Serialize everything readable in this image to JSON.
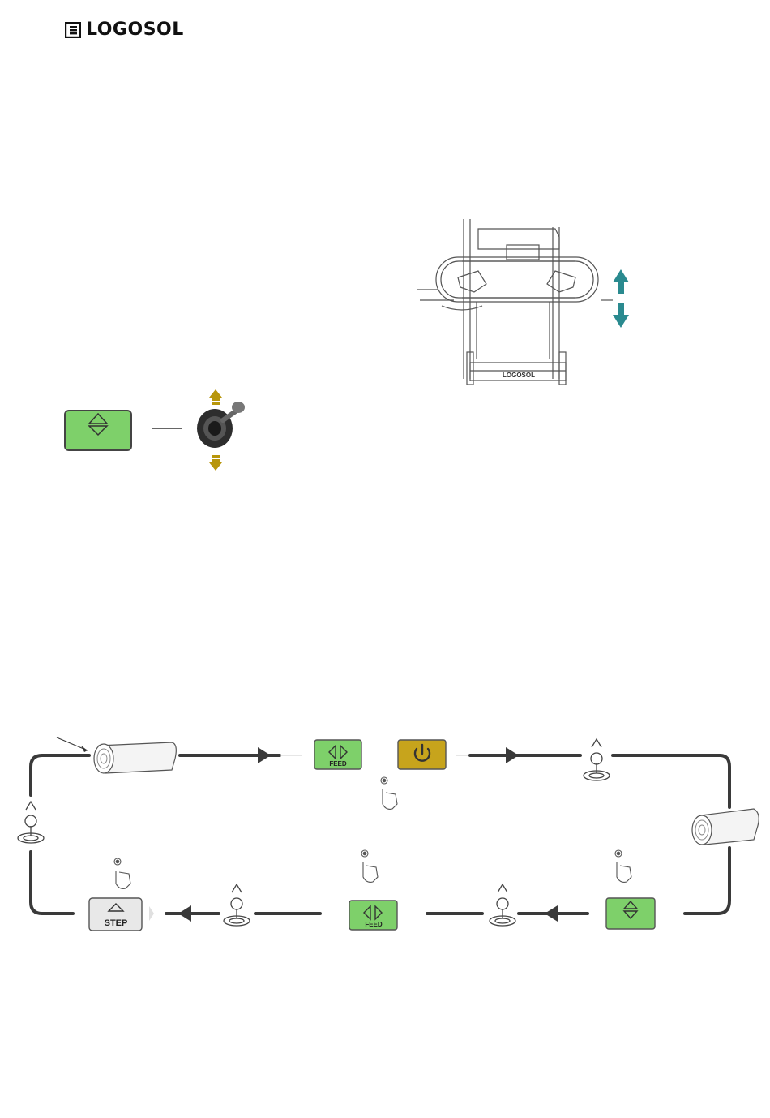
{
  "header": {
    "brand_name": "LOGOSOL"
  },
  "sawmill_illustration": {
    "brand_on_frame": "LOGOSOL",
    "arrow_color": "#2a8a8f"
  },
  "joystick_panel": {
    "button_icon": "up-down-arrow-icon",
    "button_color": "#7ed06a",
    "joystick_arrow_color": "#b8960a"
  },
  "workflow": {
    "feed_label": "FEED",
    "step_label": "STEP",
    "green_button_color": "#7ed06a",
    "power_button_color": "#c7a41c",
    "step_button_color": "#e8e8e8",
    "loop_line_color": "#3a3a3a"
  }
}
